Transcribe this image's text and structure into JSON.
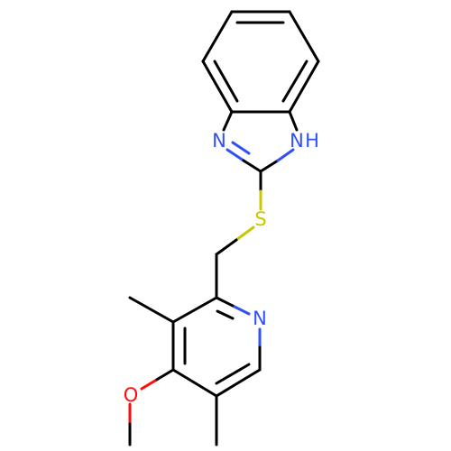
{
  "molecule": {
    "atoms": {
      "N_imidazole": {
        "label": "N",
        "color": "#3050f8"
      },
      "NH_imidazole": {
        "label": "H",
        "color": "#3050f8"
      },
      "S_thioether": {
        "label": "S",
        "color": "#c8c800"
      },
      "N_pyridine": {
        "label": "N",
        "color": "#3050f8"
      },
      "O_methoxy": {
        "label": "O",
        "color": "#ff0d0d"
      }
    }
  }
}
